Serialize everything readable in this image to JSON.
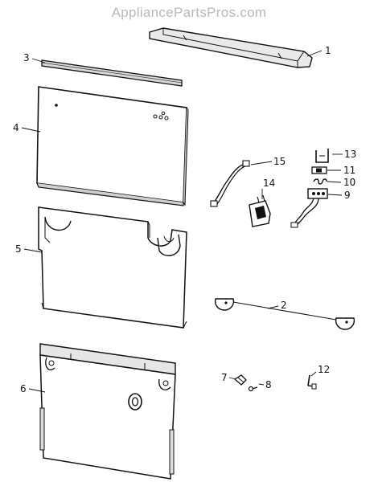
{
  "page": {
    "watermark": "AppliancePartsPros.com"
  },
  "parts": [
    {
      "key": "p1",
      "label": "1"
    },
    {
      "key": "p2",
      "label": "2"
    },
    {
      "key": "p3",
      "label": "3"
    },
    {
      "key": "p4",
      "label": "4"
    },
    {
      "key": "p5",
      "label": "5"
    },
    {
      "key": "p6",
      "label": "6"
    },
    {
      "key": "p7",
      "label": "7"
    },
    {
      "key": "p8",
      "label": "8"
    },
    {
      "key": "p9",
      "label": "9"
    },
    {
      "key": "p10",
      "label": "10"
    },
    {
      "key": "p11",
      "label": "11"
    },
    {
      "key": "p12",
      "label": "12"
    },
    {
      "key": "p13",
      "label": "13"
    },
    {
      "key": "p14",
      "label": "14"
    },
    {
      "key": "p15",
      "label": "15"
    }
  ]
}
